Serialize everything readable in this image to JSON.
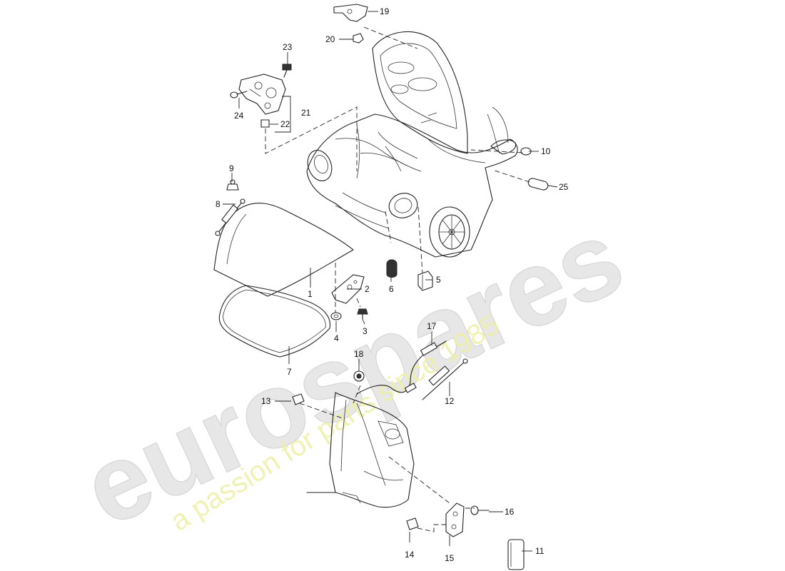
{
  "watermark": {
    "logo_text": "eurospares",
    "tagline": "a passion for parts since 1985"
  },
  "callouts": {
    "c1": "1",
    "c2": "2",
    "c3": "3",
    "c4": "4",
    "c5": "5",
    "c6": "6",
    "c7": "7",
    "c8": "8",
    "c9": "9",
    "c10": "10",
    "c11": "11",
    "c12": "12",
    "c13": "13",
    "c14": "14",
    "c15": "15",
    "c16": "16",
    "c17": "17",
    "c18": "18",
    "c19": "19",
    "c20": "20",
    "c21": "21",
    "c22": "22",
    "c23": "23",
    "c24": "24",
    "c25": "25"
  }
}
